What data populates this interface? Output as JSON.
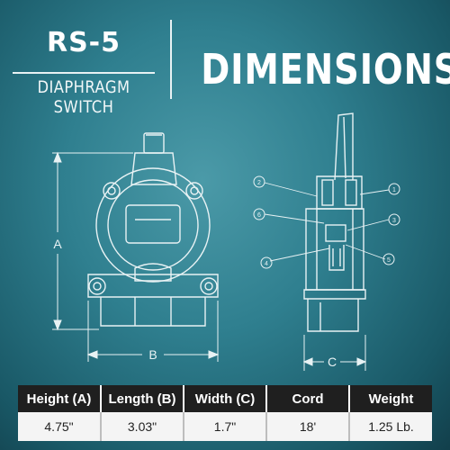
{
  "header": {
    "model": "RS-5",
    "subtitle": "DIAPHRAGM SWITCH",
    "title": "DIMENSIONS"
  },
  "diagram": {
    "label_height": "A",
    "label_length": "B",
    "label_width": "C",
    "callouts": [
      "1",
      "2",
      "3",
      "4",
      "5",
      "6"
    ]
  },
  "table": {
    "headers": [
      "Height (A)",
      "Length (B)",
      "Width (C)",
      "Cord",
      "Weight"
    ],
    "values": [
      "4.75\"",
      "3.03\"",
      "1.7\"",
      "18'",
      "1.25 Lb."
    ]
  },
  "colors": {
    "background": "#2f7f8f",
    "line": "#e8f2f4",
    "table_header": "#1f1f1f",
    "table_cell": "#f4f4f4"
  }
}
